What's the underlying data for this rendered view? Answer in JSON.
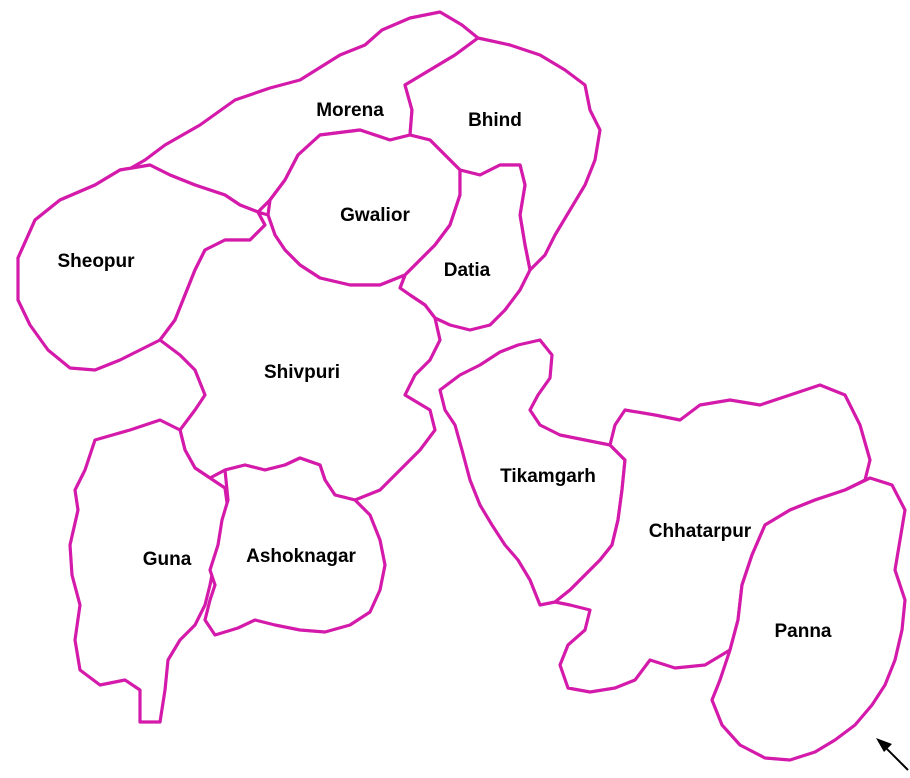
{
  "map": {
    "border_color": "#d41aaa",
    "background_color": "#ffffff",
    "label_color": "#000000",
    "districts": [
      {
        "id": "morena",
        "label": "Morena"
      },
      {
        "id": "bhind",
        "label": "Bhind"
      },
      {
        "id": "gwalior",
        "label": "Gwalior"
      },
      {
        "id": "sheopur",
        "label": "Sheopur"
      },
      {
        "id": "datia",
        "label": "Datia"
      },
      {
        "id": "shivpuri",
        "label": "Shivpuri"
      },
      {
        "id": "guna",
        "label": "Guna"
      },
      {
        "id": "ashoknagar",
        "label": "Ashoknagar"
      },
      {
        "id": "tikamgarh",
        "label": "Tikamgarh"
      },
      {
        "id": "chhatarpur",
        "label": "Chhatarpur"
      },
      {
        "id": "panna",
        "label": "Panna"
      }
    ],
    "pointer_icon": "arrow-icon"
  }
}
